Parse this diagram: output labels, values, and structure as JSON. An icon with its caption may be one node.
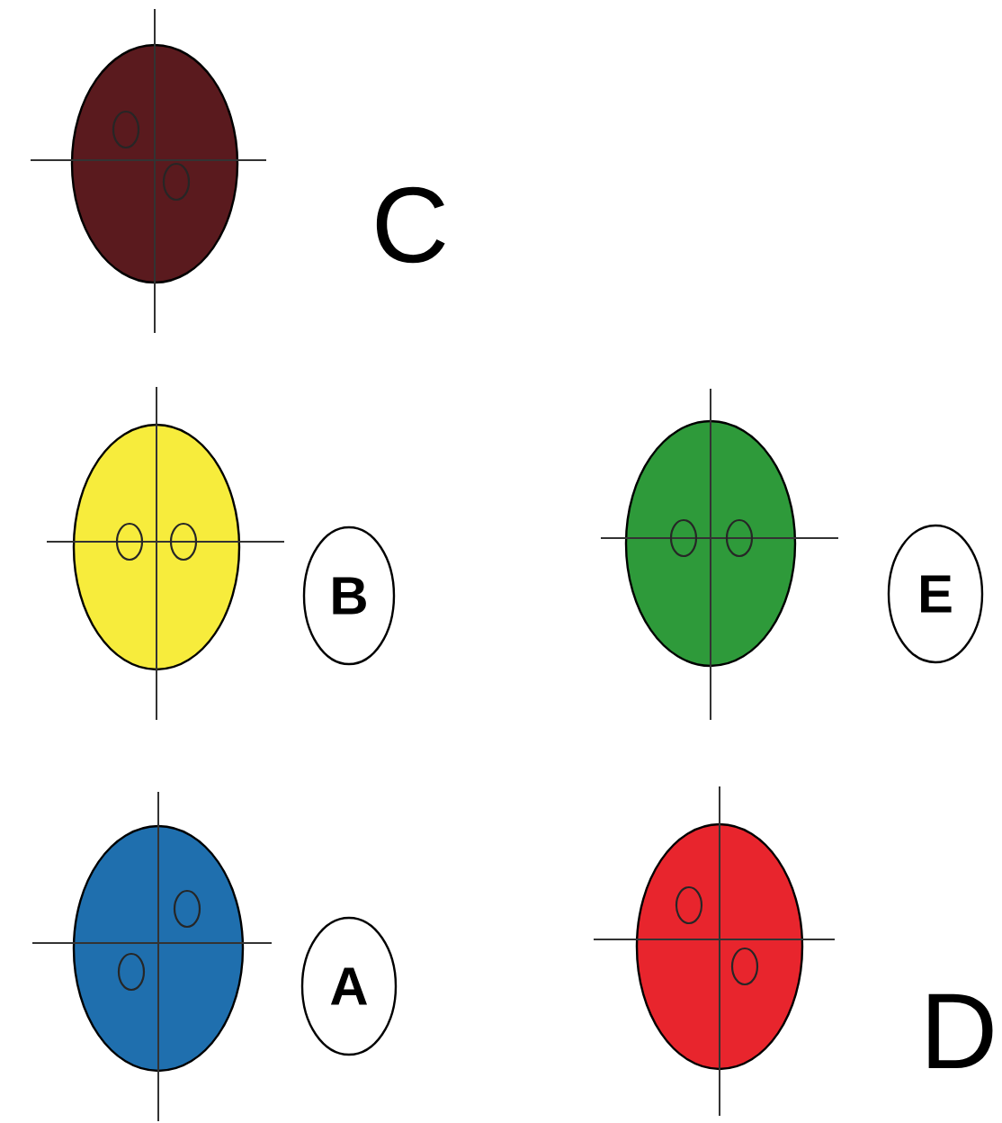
{
  "diagram": {
    "nodes": [
      {
        "text": [],
        "shape": "circle"
      },
      {
        "text": [],
        "shape": "circle"
      },
      {
        "text": [
          "B"
        ]
      },
      {
        "text": [],
        "shape": "circle"
      },
      {
        "text": [
          "E"
        ]
      },
      {
        "text": [],
        "shape": "circle"
      },
      {
        "text": [
          "A"
        ]
      },
      {
        "text": [],
        "shape": "circle"
      }
    ],
    "labels": [
      "C",
      "D"
    ]
  }
}
